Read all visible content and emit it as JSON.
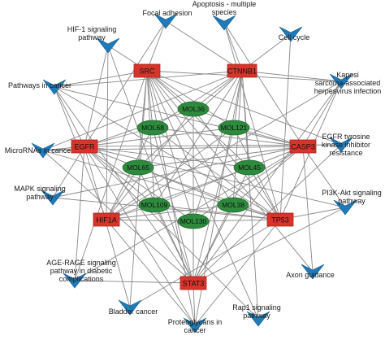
{
  "colors": {
    "target": "#d9342b",
    "target_border": "#a8231b",
    "compound": "#2e8b3e",
    "compound_border": "#1f6b2c",
    "pathway": "#1f7ab8",
    "edge": "#888888"
  },
  "targets": [
    {
      "id": "SRC",
      "label": "SRC"
    },
    {
      "id": "CTNNB1",
      "label": "CTNNB1"
    },
    {
      "id": "EGFR",
      "label": "EGFR"
    },
    {
      "id": "CASP3",
      "label": "CASP3"
    },
    {
      "id": "HIF1A",
      "label": "HIF1A"
    },
    {
      "id": "TP53",
      "label": "TP53"
    },
    {
      "id": "STAT3",
      "label": "STAT3"
    }
  ],
  "compounds": [
    {
      "id": "MOL36",
      "label": "MOL36"
    },
    {
      "id": "MOL68",
      "label": "MOL68"
    },
    {
      "id": "MOL121",
      "label": "MOL121"
    },
    {
      "id": "MOL65",
      "label": "MOL65"
    },
    {
      "id": "MOL45",
      "label": "MOL45"
    },
    {
      "id": "MOL109",
      "label": "MOL109"
    },
    {
      "id": "MOL38",
      "label": "MOL38"
    },
    {
      "id": "MOL130",
      "label": "MOL130"
    }
  ],
  "pathways": [
    {
      "id": "focal",
      "lines": [
        "Focal adhesion"
      ]
    },
    {
      "id": "apoptosis",
      "lines": [
        "Apoptosis - multiple",
        "species"
      ]
    },
    {
      "id": "hif",
      "lines": [
        "HIF-1 signaling",
        "pathway"
      ]
    },
    {
      "id": "cellcycle",
      "lines": [
        "Cell cycle"
      ]
    },
    {
      "id": "pathcancer",
      "lines": [
        "Pathways in cancer"
      ]
    },
    {
      "id": "kaposi",
      "lines": [
        "Kaposi",
        "sarcoma-associated",
        "herpesvirus infection"
      ]
    },
    {
      "id": "mirna",
      "lines": [
        "MicroRNAs in cancer"
      ]
    },
    {
      "id": "egfrtki",
      "lines": [
        "EGFR tyrosine",
        "kinase inhibitor",
        "resistance"
      ]
    },
    {
      "id": "mapk",
      "lines": [
        "MAPK signaling",
        "pathway"
      ]
    },
    {
      "id": "pi3k",
      "lines": [
        "PI3K-Akt signaling",
        "pathway"
      ]
    },
    {
      "id": "age",
      "lines": [
        "AGE-RAGE signaling",
        "pathway in diabetic",
        "complications"
      ]
    },
    {
      "id": "axon",
      "lines": [
        "Axon guidance"
      ]
    },
    {
      "id": "bladder",
      "lines": [
        "Bladder cancer"
      ]
    },
    {
      "id": "proteo",
      "lines": [
        "Proteoglycans in",
        "cancer"
      ]
    },
    {
      "id": "rap1",
      "lines": [
        "Rap1 signaling",
        "pathway"
      ]
    }
  ],
  "edges": [
    [
      "MOL36",
      "SRC"
    ],
    [
      "MOL36",
      "CTNNB1"
    ],
    [
      "MOL36",
      "EGFR"
    ],
    [
      "MOL36",
      "CASP3"
    ],
    [
      "MOL36",
      "HIF1A"
    ],
    [
      "MOL36",
      "TP53"
    ],
    [
      "MOL36",
      "STAT3"
    ],
    [
      "MOL68",
      "SRC"
    ],
    [
      "MOL68",
      "CTNNB1"
    ],
    [
      "MOL68",
      "EGFR"
    ],
    [
      "MOL68",
      "CASP3"
    ],
    [
      "MOL68",
      "HIF1A"
    ],
    [
      "MOL68",
      "TP53"
    ],
    [
      "MOL68",
      "STAT3"
    ],
    [
      "MOL121",
      "SRC"
    ],
    [
      "MOL121",
      "CTNNB1"
    ],
    [
      "MOL121",
      "EGFR"
    ],
    [
      "MOL121",
      "CASP3"
    ],
    [
      "MOL121",
      "HIF1A"
    ],
    [
      "MOL121",
      "TP53"
    ],
    [
      "MOL121",
      "STAT3"
    ],
    [
      "MOL65",
      "SRC"
    ],
    [
      "MOL65",
      "CTNNB1"
    ],
    [
      "MOL65",
      "EGFR"
    ],
    [
      "MOL65",
      "CASP3"
    ],
    [
      "MOL65",
      "HIF1A"
    ],
    [
      "MOL65",
      "TP53"
    ],
    [
      "MOL65",
      "STAT3"
    ],
    [
      "MOL45",
      "SRC"
    ],
    [
      "MOL45",
      "CTNNB1"
    ],
    [
      "MOL45",
      "EGFR"
    ],
    [
      "MOL45",
      "CASP3"
    ],
    [
      "MOL45",
      "HIF1A"
    ],
    [
      "MOL45",
      "TP53"
    ],
    [
      "MOL45",
      "STAT3"
    ],
    [
      "MOL109",
      "SRC"
    ],
    [
      "MOL109",
      "CTNNB1"
    ],
    [
      "MOL109",
      "EGFR"
    ],
    [
      "MOL109",
      "CASP3"
    ],
    [
      "MOL109",
      "HIF1A"
    ],
    [
      "MOL109",
      "TP53"
    ],
    [
      "MOL109",
      "STAT3"
    ],
    [
      "MOL38",
      "SRC"
    ],
    [
      "MOL38",
      "CTNNB1"
    ],
    [
      "MOL38",
      "EGFR"
    ],
    [
      "MOL38",
      "CASP3"
    ],
    [
      "MOL38",
      "HIF1A"
    ],
    [
      "MOL38",
      "TP53"
    ],
    [
      "MOL38",
      "STAT3"
    ],
    [
      "MOL130",
      "SRC"
    ],
    [
      "MOL130",
      "CTNNB1"
    ],
    [
      "MOL130",
      "EGFR"
    ],
    [
      "MOL130",
      "CASP3"
    ],
    [
      "MOL130",
      "HIF1A"
    ],
    [
      "MOL130",
      "TP53"
    ],
    [
      "MOL130",
      "STAT3"
    ],
    [
      "focal",
      "SRC"
    ],
    [
      "focal",
      "CTNNB1"
    ],
    [
      "focal",
      "EGFR"
    ],
    [
      "apoptosis",
      "CASP3"
    ],
    [
      "apoptosis",
      "TP53"
    ],
    [
      "apoptosis",
      "CTNNB1"
    ],
    [
      "hif",
      "SRC"
    ],
    [
      "hif",
      "EGFR"
    ],
    [
      "hif",
      "HIF1A"
    ],
    [
      "hif",
      "STAT3"
    ],
    [
      "cellcycle",
      "TP53"
    ],
    [
      "cellcycle",
      "CTNNB1"
    ],
    [
      "pathcancer",
      "SRC"
    ],
    [
      "pathcancer",
      "CTNNB1"
    ],
    [
      "pathcancer",
      "EGFR"
    ],
    [
      "pathcancer",
      "CASP3"
    ],
    [
      "pathcancer",
      "HIF1A"
    ],
    [
      "pathcancer",
      "TP53"
    ],
    [
      "pathcancer",
      "STAT3"
    ],
    [
      "kaposi",
      "SRC"
    ],
    [
      "kaposi",
      "CTNNB1"
    ],
    [
      "kaposi",
      "CASP3"
    ],
    [
      "kaposi",
      "HIF1A"
    ],
    [
      "kaposi",
      "TP53"
    ],
    [
      "kaposi",
      "STAT3"
    ],
    [
      "mirna",
      "EGFR"
    ],
    [
      "mirna",
      "CTNNB1"
    ],
    [
      "mirna",
      "CASP3"
    ],
    [
      "mirna",
      "TP53"
    ],
    [
      "mirna",
      "STAT3"
    ],
    [
      "egfrtki",
      "EGFR"
    ],
    [
      "egfrtki",
      "SRC"
    ],
    [
      "egfrtki",
      "STAT3"
    ],
    [
      "mapk",
      "EGFR"
    ],
    [
      "mapk",
      "CASP3"
    ],
    [
      "mapk",
      "TP53"
    ],
    [
      "pi3k",
      "EGFR"
    ],
    [
      "pi3k",
      "CASP3"
    ],
    [
      "pi3k",
      "TP53"
    ],
    [
      "pi3k",
      "STAT3"
    ],
    [
      "age",
      "EGFR"
    ],
    [
      "age",
      "CASP3"
    ],
    [
      "age",
      "STAT3"
    ],
    [
      "age",
      "SRC"
    ],
    [
      "axon",
      "SRC"
    ],
    [
      "axon",
      "CASP3"
    ],
    [
      "bladder",
      "EGFR"
    ],
    [
      "bladder",
      "SRC"
    ],
    [
      "bladder",
      "TP53"
    ],
    [
      "proteo",
      "SRC"
    ],
    [
      "proteo",
      "CTNNB1"
    ],
    [
      "proteo",
      "EGFR"
    ],
    [
      "proteo",
      "HIF1A"
    ],
    [
      "proteo",
      "TP53"
    ],
    [
      "proteo",
      "STAT3"
    ],
    [
      "rap1",
      "SRC"
    ],
    [
      "rap1",
      "EGFR"
    ],
    [
      "rap1",
      "CTNNB1"
    ]
  ]
}
